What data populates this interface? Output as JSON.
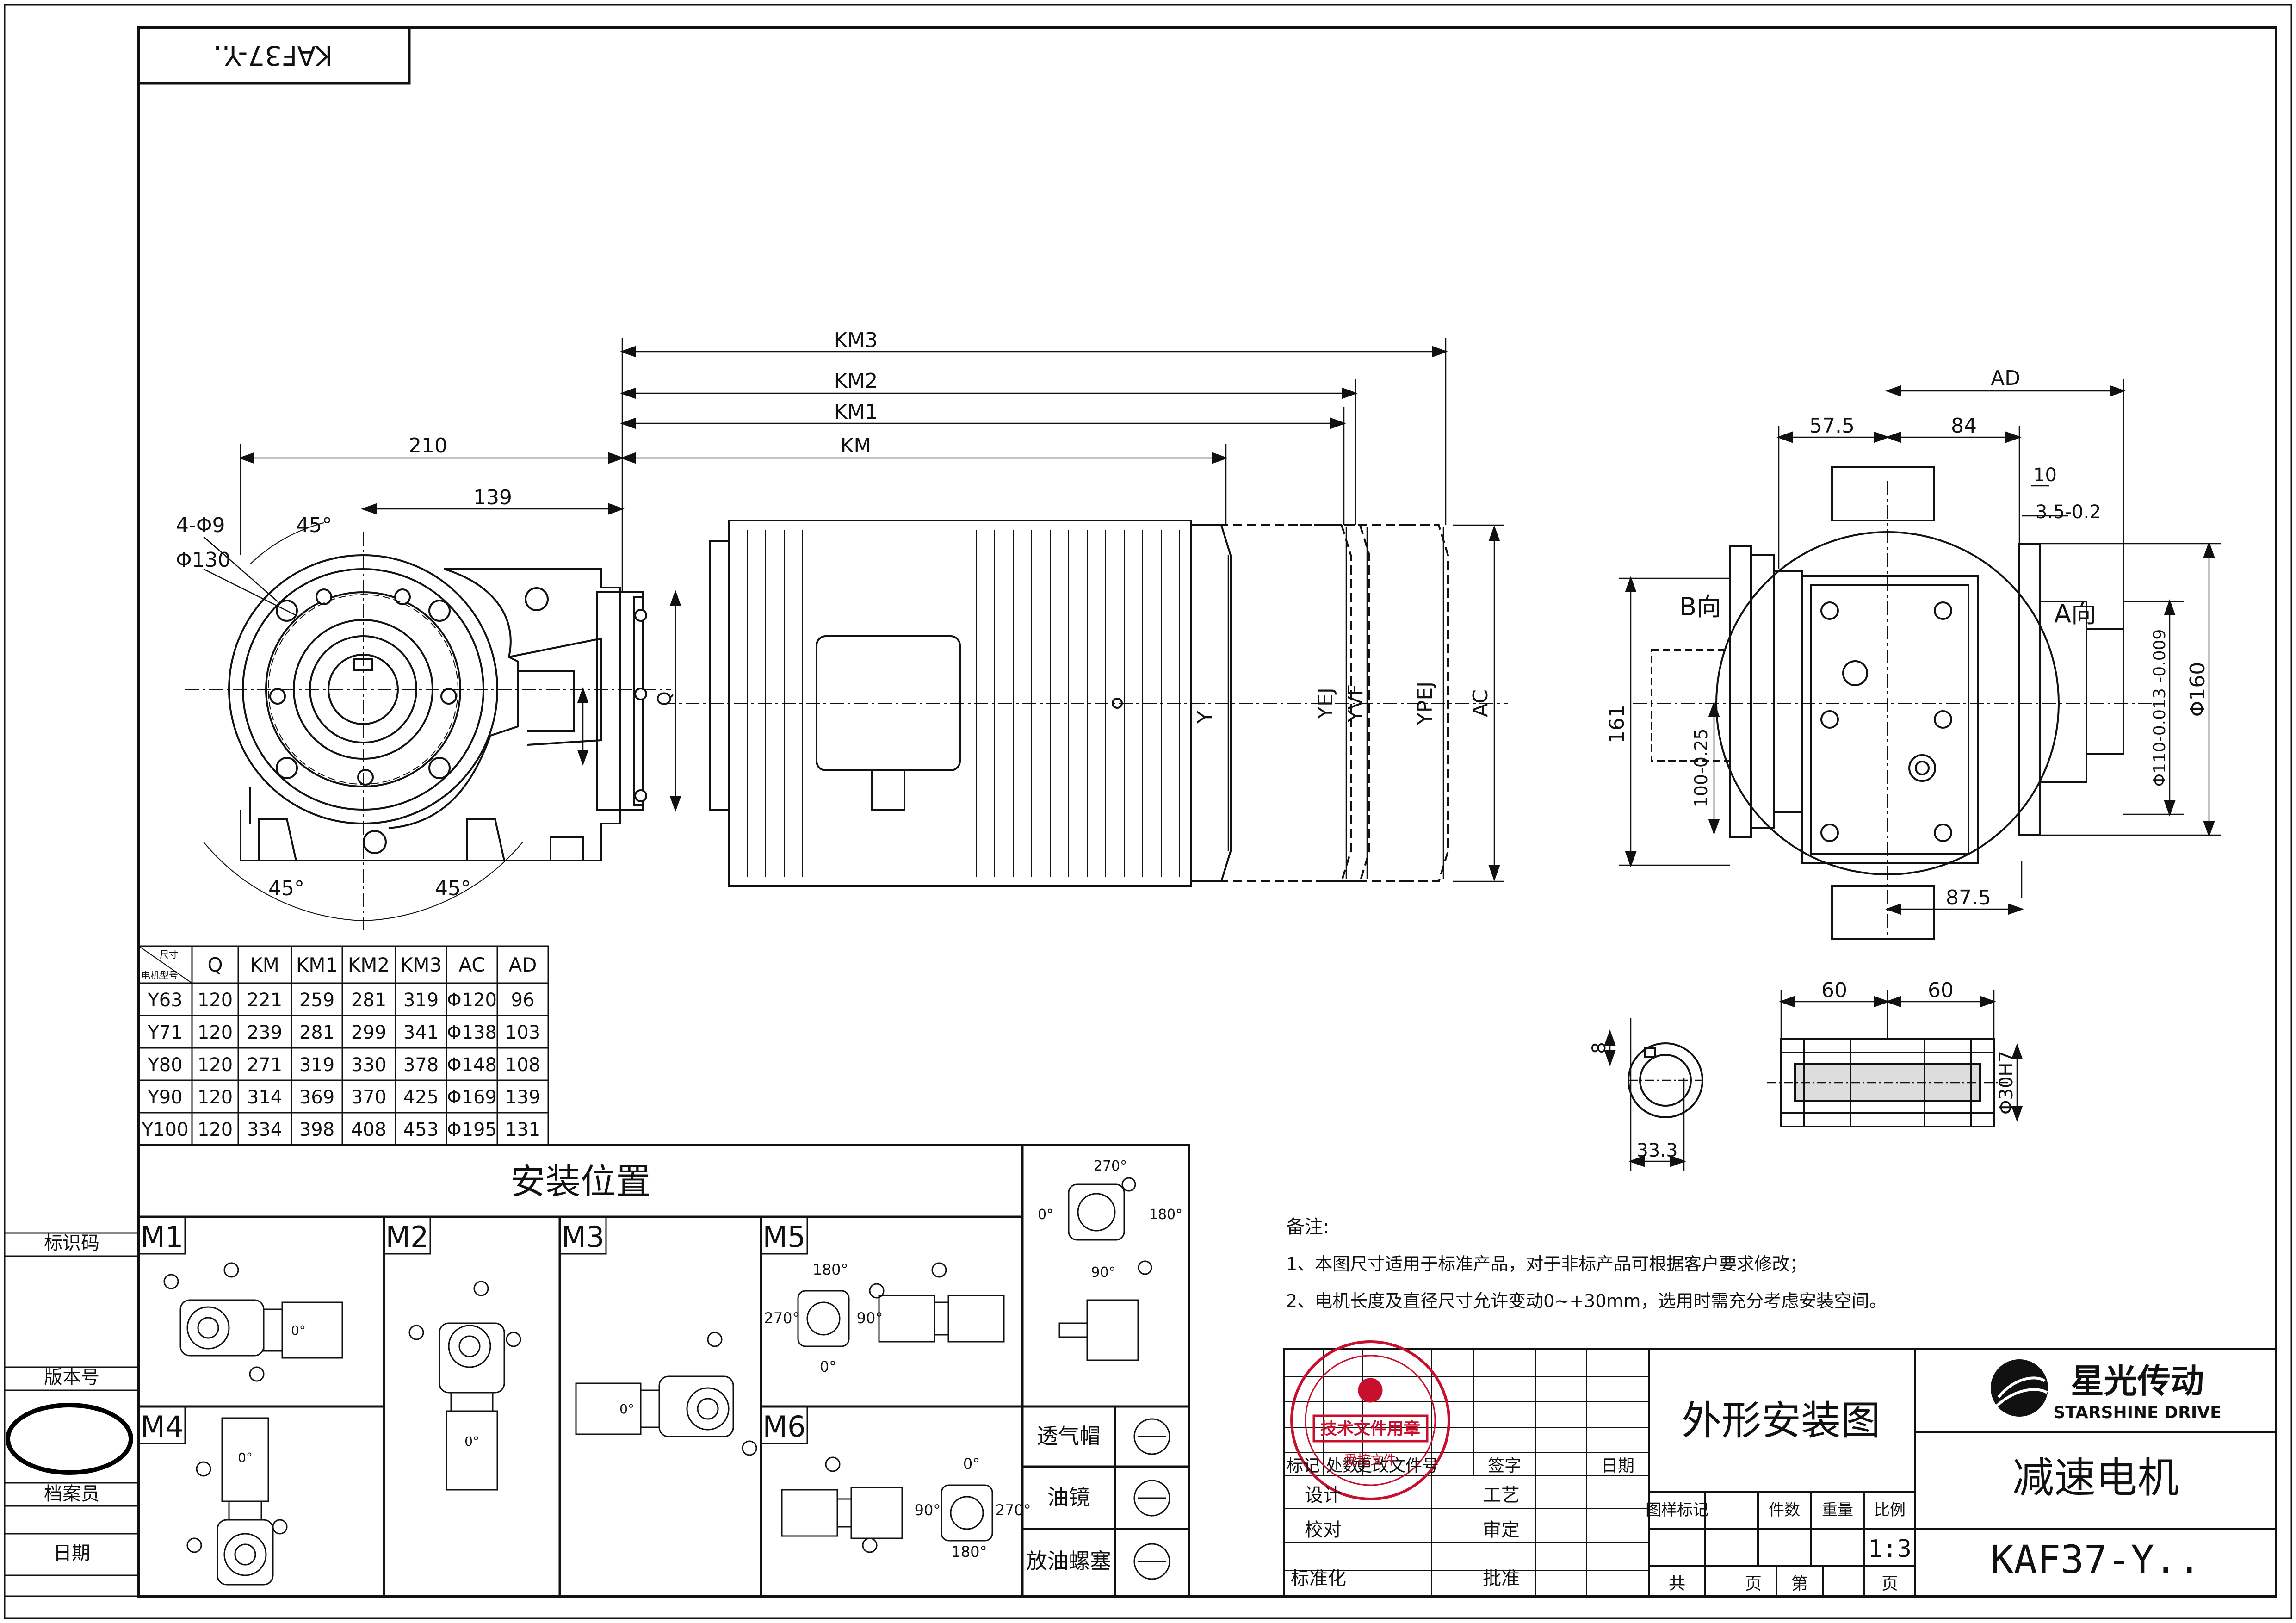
{
  "drawing": {
    "mirrored_code": "KAF37-Y..",
    "model": "KAF37-Y..",
    "title": "外形安装图",
    "product": "减速电机",
    "scale": "1:3",
    "company_cn": "星光传动",
    "company_en": "STARSHINE DRIVE",
    "stamp_text": "技术文件用章",
    "stamp_sub": "受控文件"
  },
  "side_labels": [
    "标识码",
    "版本号",
    "档案员",
    "日期"
  ],
  "dims": {
    "km3": "KM3",
    "km2": "KM2",
    "km1": "KM1",
    "km": "KM",
    "d210": "210",
    "d139": "139",
    "holes": "4-Φ9",
    "pcd": "Φ130",
    "a45": "45°",
    "q": "Q",
    "y": "Y",
    "yej": "YEJ",
    "yvf": "YVF",
    "ypej": "YPEJ",
    "ac": "AC",
    "ad": "AD",
    "d57": "57.5",
    "d84": "84",
    "d10": "10",
    "d35": "3.5-0.2",
    "b_dir": "B向",
    "a_dir": "A向",
    "d161": "161",
    "d100": "100-0.25",
    "d110": "Φ110-0.013 -0.009",
    "d160": "Φ160",
    "d875": "87.5",
    "d60a": "60",
    "d60b": "60",
    "d8": "8",
    "d333": "33.3",
    "d30": "Φ30H7"
  },
  "table": {
    "corner_top": "尺寸",
    "corner_bottom": "电机型号",
    "headers": [
      "Q",
      "KM",
      "KM1",
      "KM2",
      "KM3",
      "AC",
      "AD"
    ],
    "rows": [
      [
        "Y63",
        "120",
        "221",
        "259",
        "281",
        "319",
        "Φ120",
        "96"
      ],
      [
        "Y71",
        "120",
        "239",
        "281",
        "299",
        "341",
        "Φ138",
        "103"
      ],
      [
        "Y80",
        "120",
        "271",
        "319",
        "330",
        "378",
        "Φ148",
        "108"
      ],
      [
        "Y90",
        "120",
        "314",
        "369",
        "370",
        "425",
        "Φ169",
        "139"
      ],
      [
        "Y100",
        "120",
        "334",
        "398",
        "408",
        "453",
        "Φ195",
        "131"
      ]
    ]
  },
  "mounting": {
    "title": "安装位置",
    "positions": [
      "M1",
      "M2",
      "M3",
      "M4",
      "M5",
      "M6"
    ],
    "angles": [
      "0°",
      "90°",
      "180°",
      "270°"
    ]
  },
  "legend": [
    "透气帽",
    "油镜",
    "放油螺塞"
  ],
  "notes": {
    "title": "备注:",
    "line1": "1、本图尺寸适用于标准产品，对于非标产品可根据客户要求修改；",
    "line2": "2、电机长度及直径尺寸允许变动0~+30mm，选用时需充分考虑安装空间。"
  },
  "title_block": {
    "header": [
      "标记",
      "处数",
      "更改文件号",
      "签字",
      "日期"
    ],
    "rows_left": [
      "设计",
      "校对",
      "标准化"
    ],
    "rows_mid": [
      "工艺",
      "审定",
      "批准"
    ],
    "right_header": [
      "图样标记",
      "件数",
      "重量",
      "比例"
    ],
    "bottom": [
      "共",
      "页",
      "第",
      "页"
    ]
  }
}
